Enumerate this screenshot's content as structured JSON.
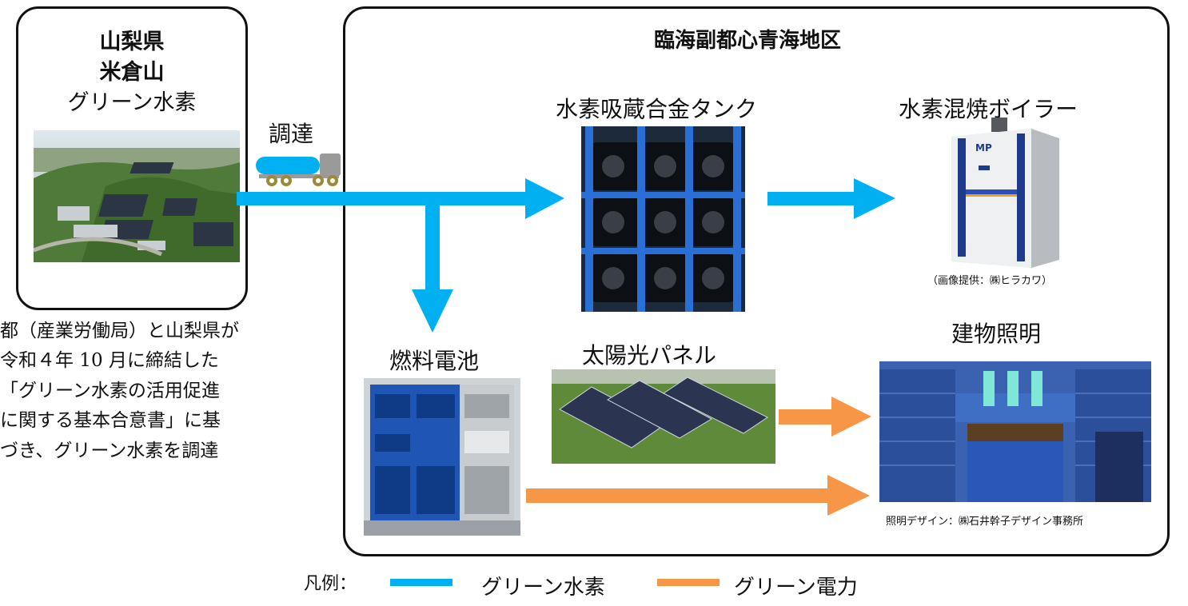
{
  "source": {
    "lines": [
      "山梨県",
      "米倉山",
      "グリーン水素"
    ]
  },
  "procurement_label": "調達",
  "district": {
    "title": "臨海副都心青海地区"
  },
  "nodes": {
    "tank": "水素吸蔵合金タンク",
    "boiler": "水素混焼ボイラー",
    "boiler_credit": "（画像提供：㈱ヒラカワ）",
    "fuel_cell": "燃料電池",
    "solar": "太陽光パネル",
    "lighting": "建物照明",
    "lighting_credit": "照明デザイン：㈱石井幹子デザイン事務所"
  },
  "description_lines": [
    "都（産業労働局）と山梨県が",
    "令和４年 10 月に締結した",
    "「グリーン水素の活用促進",
    "に関する基本合意書」に基",
    "づき、グリーン水素を調達"
  ],
  "legend": {
    "label": "凡例：",
    "hydrogen": "グリーン水素",
    "power": "グリーン電力"
  },
  "colors": {
    "hydrogen": "#00B0F0",
    "power": "#F79646"
  },
  "boiler_logo": "MP"
}
